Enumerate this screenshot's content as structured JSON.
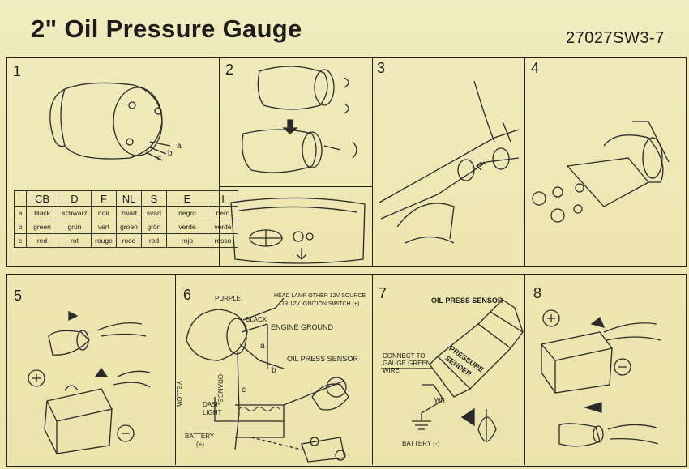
{
  "header": {
    "title": "2\" Oil Pressure Gauge",
    "code": "27027SW3-7"
  },
  "panels": [
    "1",
    "2",
    "3",
    "4",
    "5",
    "6",
    "7",
    "8"
  ],
  "color_table": {
    "headers": [
      "",
      "CB",
      "D",
      "F",
      "NL",
      "S",
      "E",
      "I"
    ],
    "rows": [
      [
        "a",
        "black",
        "schwarz",
        "noir",
        "zwart",
        "svart",
        "negro",
        "nero"
      ],
      [
        "b",
        "green",
        "grün",
        "vert",
        "groen",
        "grön",
        "verde",
        "verde"
      ],
      [
        "c",
        "red",
        "rot",
        "rouge",
        "rood",
        "rod",
        "rojo",
        "rosso"
      ]
    ]
  },
  "panel1": {
    "a": "a",
    "b": "b",
    "c": "c"
  },
  "panel6": {
    "purple": "PURPLE",
    "headlamp": "HEAD LAMP OTHER 12V SOURCE",
    "ignition": "OR 12V IGNITION SWITCH (+)",
    "black": "BLACK",
    "engine_ground": "ENGINE GROUND",
    "a": "a",
    "oil_sensor": "OIL PRESS SENSOR",
    "b": "b",
    "yellow": "YELLOW",
    "orange": "ORANGE",
    "c": "c",
    "dash_light": "DASH",
    "dash_light2": "LIGHT",
    "battery": "BATTERY",
    "battery_plus": "(+)"
  },
  "panel7": {
    "sensor": "OIL PRESS SENSOR",
    "connect1": "CONNECT TO",
    "connect2": "GAUGE GREEN",
    "connect3": "WIRE",
    "pressure": "PRESSURE",
    "sender": "SENDER",
    "wk": "WK",
    "battery": "BATTERY (-)"
  }
}
